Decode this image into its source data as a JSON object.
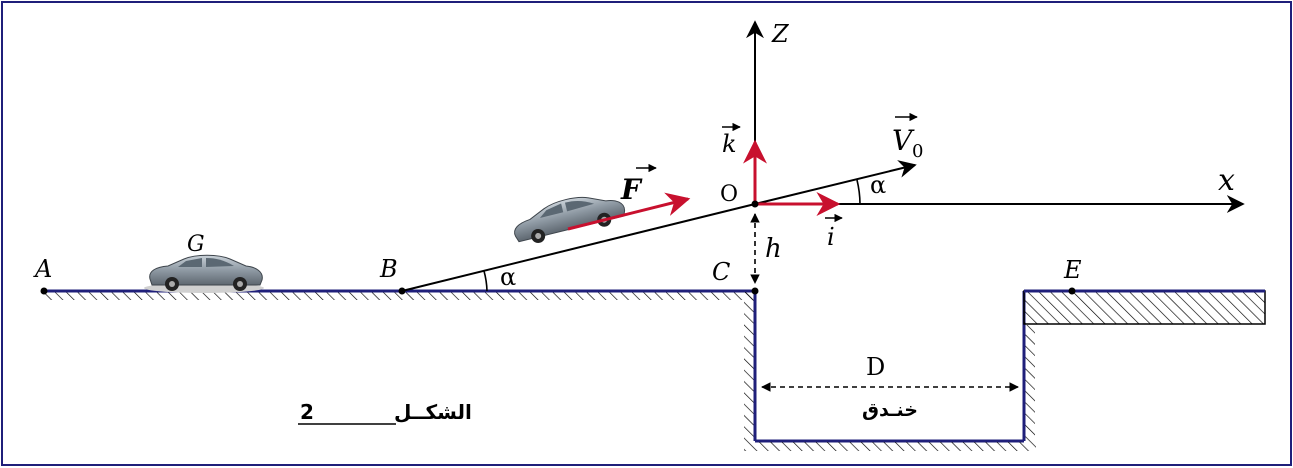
{
  "diagram": {
    "points": {
      "A": "A",
      "B": "B",
      "C": "C",
      "E": "E",
      "O": "O",
      "G": "G"
    },
    "axes": {
      "x": "x",
      "z": "Z"
    },
    "vectors": {
      "k": "k",
      "i": "i",
      "F": "F",
      "V0": "V",
      "V0_sub": "0"
    },
    "angles": {
      "at_B": "α",
      "at_O": "α"
    },
    "dimensions": {
      "height": "h",
      "distance": "D"
    },
    "trench_label": "خنـدق",
    "figure_caption_text": "الشكــل",
    "figure_caption_number": "2"
  },
  "colors": {
    "ground": "#1f1f7a",
    "vector_red": "#c8102e",
    "line": "#000000",
    "car_body": "#9aa4ad"
  }
}
